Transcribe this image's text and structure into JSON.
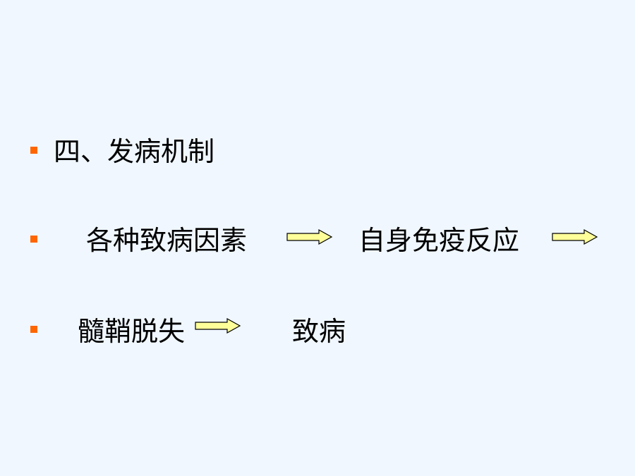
{
  "colors": {
    "background": "#f0f7ff",
    "bullet": "#ff6600",
    "arrow_fill": "#ffff99",
    "arrow_stroke": "#000000",
    "text": "#000000"
  },
  "slide": {
    "heading": "四、发病机制",
    "line1": {
      "left": "各种致病因素",
      "right": "自身免疫反应"
    },
    "line2": {
      "left": "髓鞘脱失",
      "right": "致病"
    }
  },
  "icons": {
    "bullet": "square-bullet",
    "arrow": "right-arrow"
  }
}
